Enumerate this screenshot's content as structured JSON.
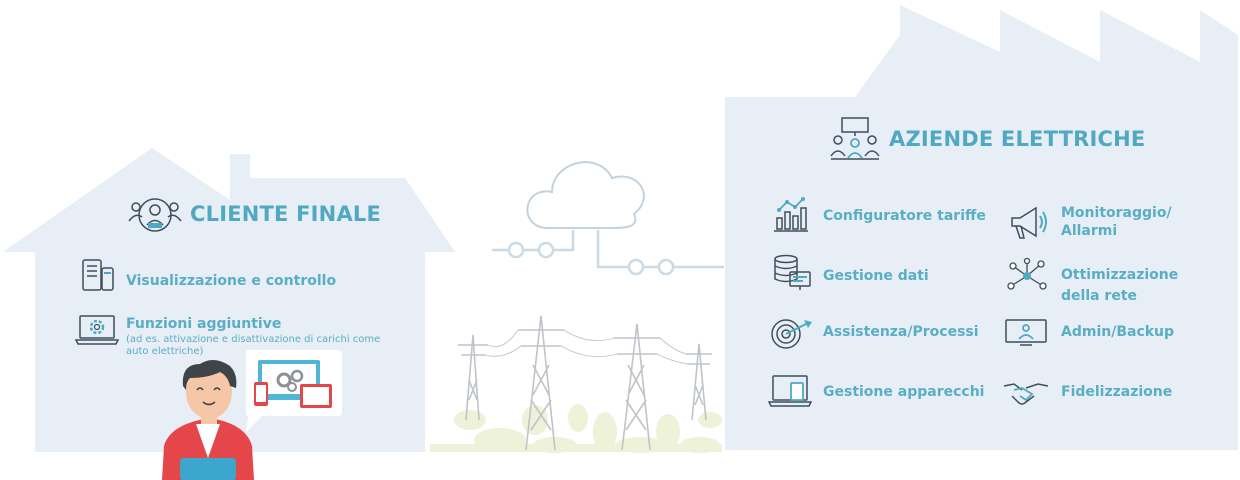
{
  "colors": {
    "panel": "#e7eef6",
    "accent": "#4fa9c2",
    "line": "#c9dbe6",
    "icon": "#3e4f5c"
  },
  "cliente": {
    "title": "CLIENTE FINALE",
    "items": [
      {
        "label": "Visualizzazione e controllo",
        "icon": "devices-icon"
      },
      {
        "label": "Funzioni aggiuntive",
        "icon": "laptop-gear-icon",
        "note_1": "(ad es. attivazione e disattivazione di carichi come",
        "note_2": "auto elettriche)"
      }
    ]
  },
  "aziende": {
    "title": "AZIENDE ELETTRICHE",
    "left": [
      {
        "label": "Configuratore tariffe",
        "icon": "bar-chart-icon"
      },
      {
        "label": "Gestione dati",
        "icon": "database-icon"
      },
      {
        "label": "Assistenza/Processi",
        "icon": "target-icon"
      },
      {
        "label": "Gestione apparecchi",
        "icon": "device-icon"
      }
    ],
    "right": [
      {
        "line1": "Monitoraggio/",
        "line2": "Allarmi",
        "icon": "megaphone-icon"
      },
      {
        "line1": "Ottimizzazione",
        "line2": "della rete",
        "icon": "network-icon"
      },
      {
        "line1": "Admin/Backup",
        "icon": "admin-monitor-icon"
      },
      {
        "line1": "Fidelizzazione",
        "icon": "handshake-icon"
      }
    ]
  }
}
